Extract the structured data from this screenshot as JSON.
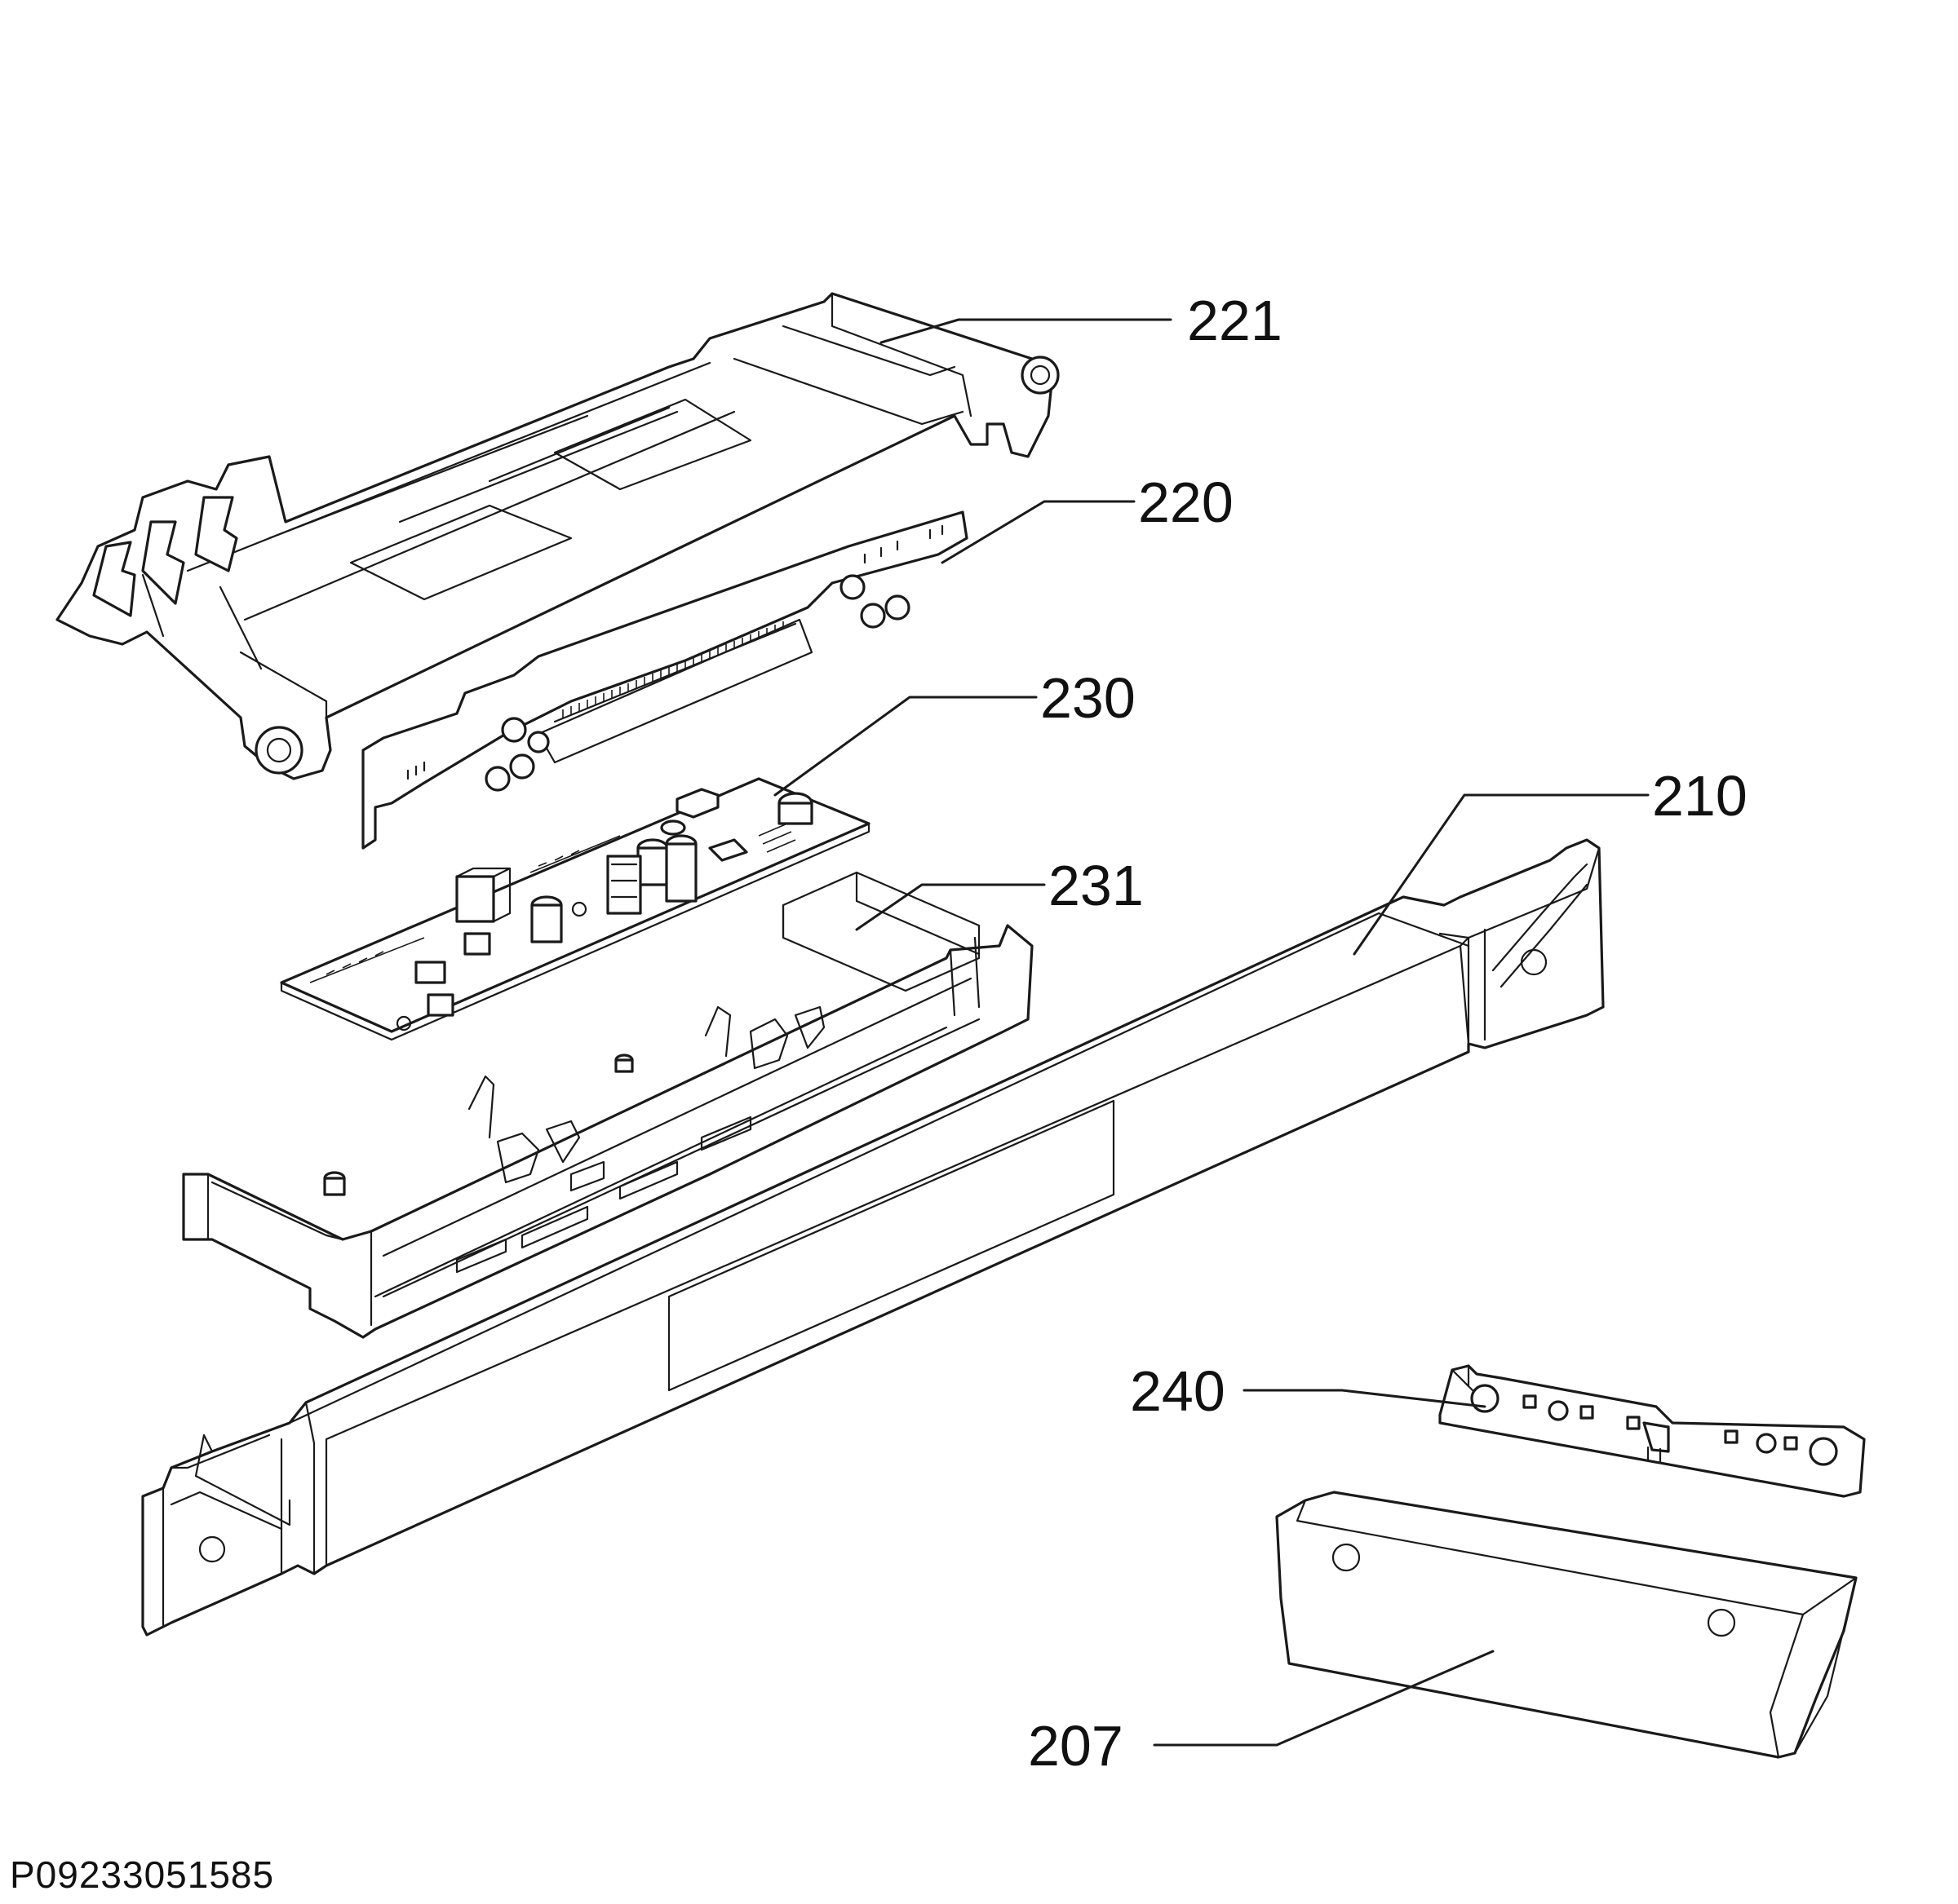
{
  "callouts": {
    "c221": "221",
    "c220": "220",
    "c230": "230",
    "c210": "210",
    "c231": "231",
    "c240": "240",
    "c207": "207"
  },
  "drawing_code": "P09233051585",
  "colors": {
    "line": "#1a1a1a",
    "background": "#ffffff"
  }
}
